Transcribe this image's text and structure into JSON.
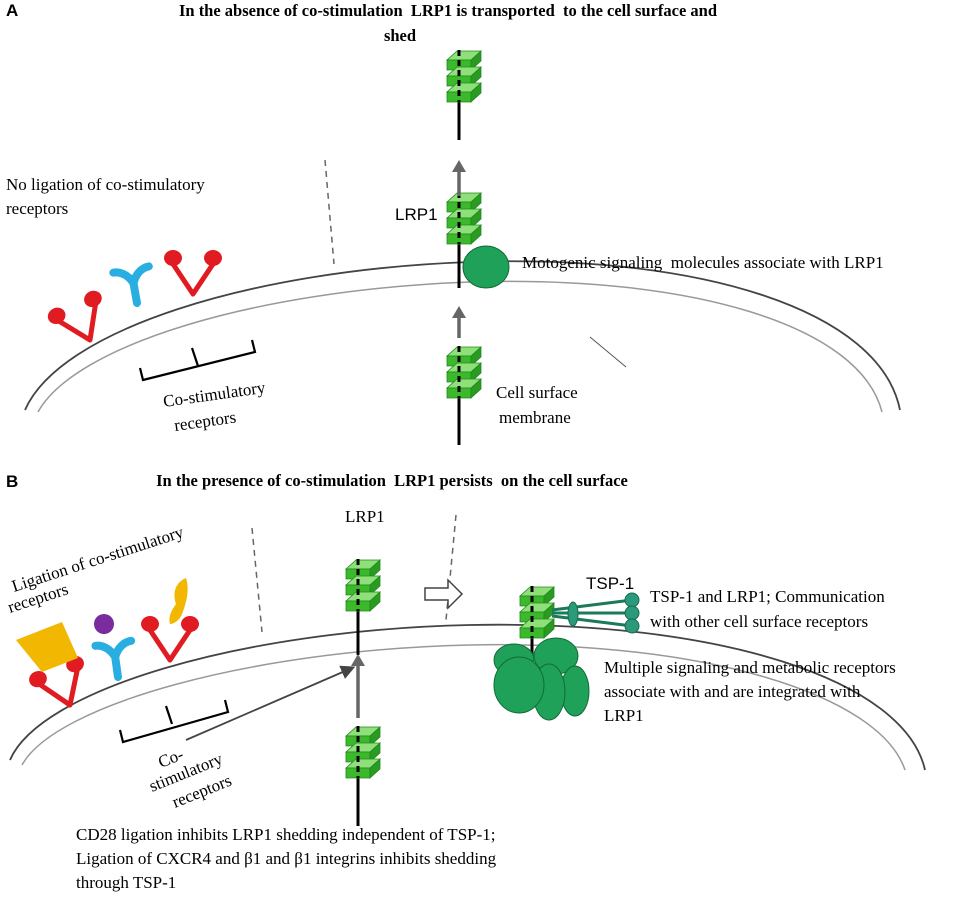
{
  "panelA": {
    "letter": "A",
    "title_line1": "In the absence of co-stimulation  LRP1 is transported  to the cell surface and",
    "title_line2": "shed",
    "no_ligation_line1": "No ligation of co-stimulatory",
    "no_ligation_line2": "receptors",
    "lrp1_label": "LRP1",
    "motogenic_label": "Motogenic signaling  molecules associate with LRP1",
    "costim_line1": "Co-stimulatory",
    "costim_line2": "receptors",
    "membrane_line1": "Cell surface",
    "membrane_line2": "membrane"
  },
  "panelB": {
    "letter": "B",
    "title": "In the presence of co-stimulation  LRP1 persists  on the cell surface",
    "lrp1_label": "LRP1",
    "ligation_line1": "Ligation of co-stimulatory",
    "ligation_line2": "receptors",
    "tsp_label": "TSP-1",
    "tsp_desc_line1": "TSP-1 and LRP1; Communication",
    "tsp_desc_line2": "with other cell surface receptors",
    "multi_line1": "Multiple signaling and metabolic receptors",
    "multi_line2": "associate with and are integrated with",
    "multi_line3": "LRP1",
    "costim_line1": "Co-",
    "costim_line2": "stimulatory",
    "costim_line3": "receptors",
    "cd28_line1": "CD28 ligation inhibits LRP1 shedding independent of TSP-1;",
    "cd28_line2": "Ligation of CXCR4 and β1 and β1 integrins inhibits shedding",
    "cd28_line3": "through TSP-1"
  },
  "colors": {
    "lrp1_green": "#3cb82c",
    "lrp1_green_dark": "#1f8a1a",
    "signal_green": "#1fa15a",
    "receptor_red": "#e01b22",
    "receptor_blue": "#28aee0",
    "ligand_yellow": "#f2b700",
    "ligand_purple": "#7a2c9e",
    "arrow_gray": "#666666"
  }
}
